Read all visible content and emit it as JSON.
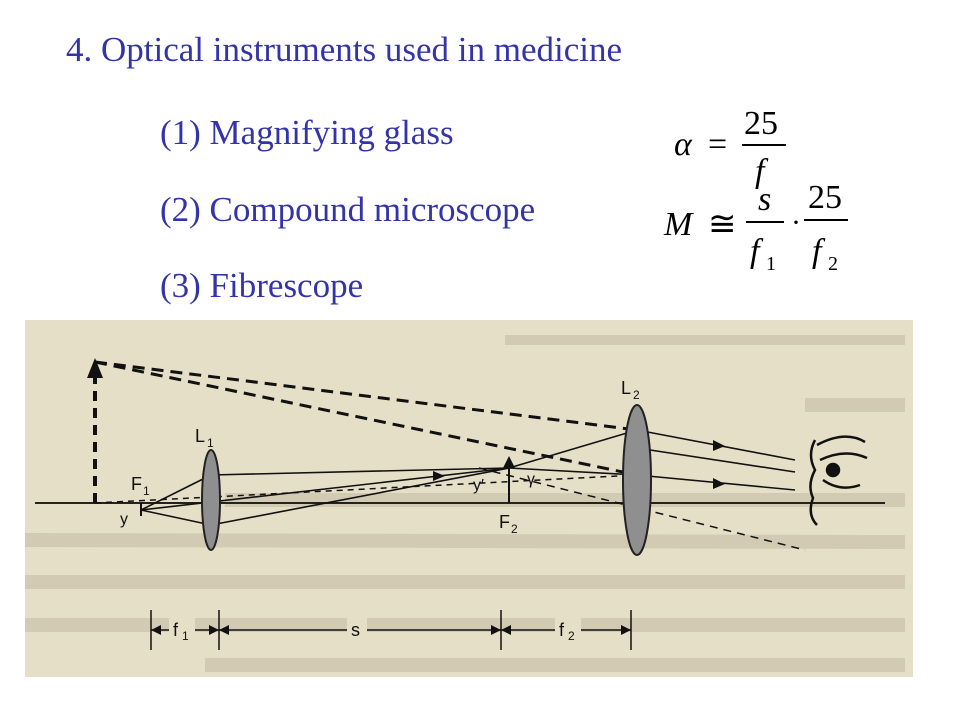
{
  "slide": {
    "title": "4. Optical instruments used in medicine",
    "items": [
      "(1) Magnifying glass",
      "(2) Compound microscope",
      "(3) Fibrescope"
    ]
  },
  "formulas": {
    "angular": {
      "lhs": "α",
      "eq": "=",
      "num": "25",
      "den": "f"
    },
    "microscope": {
      "lhs": "M",
      "eq": "≅",
      "num1": "s",
      "den1": "f",
      "den1_sub": "1",
      "dot": "·",
      "num2": "25",
      "den2": "f",
      "den2_sub": "2"
    }
  },
  "diagram": {
    "labels": {
      "lens1": "L",
      "lens1_sub": "1",
      "lens2": "L",
      "lens2_sub": "2",
      "focus1": "F",
      "focus1_sub": "1",
      "focus2": "F",
      "focus2_sub": "2",
      "object": "y",
      "image": "y′",
      "angle": "γ",
      "f1": "f",
      "f1_sub": "1",
      "s": "s",
      "f2": "f",
      "f2_sub": "2"
    }
  }
}
